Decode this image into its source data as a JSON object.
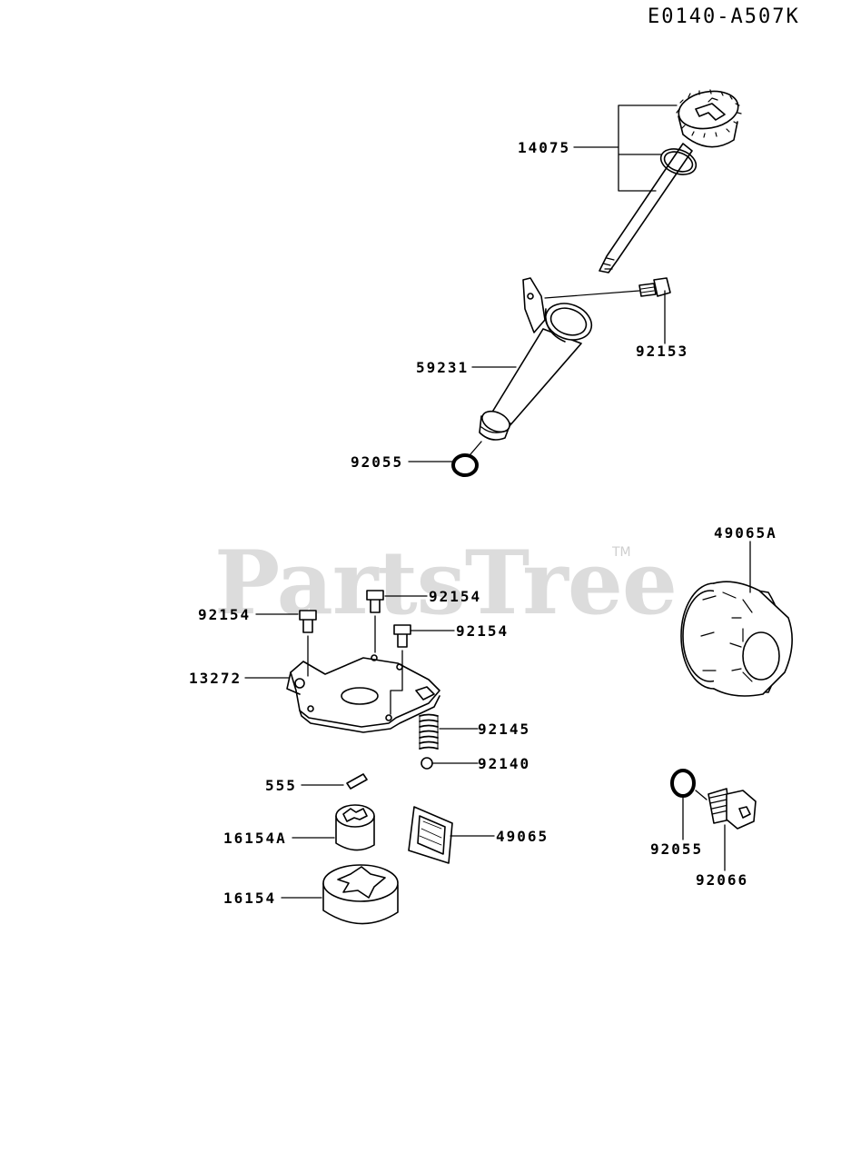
{
  "diagram": {
    "code": "E0140-A507K",
    "watermark": "PartsTree",
    "watermark_tm": "TM"
  },
  "parts": [
    {
      "id": "p14075",
      "number": "14075"
    },
    {
      "id": "p92153",
      "number": "92153"
    },
    {
      "id": "p59231",
      "number": "59231"
    },
    {
      "id": "p92055a",
      "number": "92055"
    },
    {
      "id": "p49065A",
      "number": "49065A"
    },
    {
      "id": "p92154a",
      "number": "92154"
    },
    {
      "id": "p92154b",
      "number": "92154"
    },
    {
      "id": "p92154c",
      "number": "92154"
    },
    {
      "id": "p13272",
      "number": "13272"
    },
    {
      "id": "p92145",
      "number": "92145"
    },
    {
      "id": "p92140",
      "number": "92140"
    },
    {
      "id": "p555",
      "number": "555"
    },
    {
      "id": "p16154A",
      "number": "16154A"
    },
    {
      "id": "p49065",
      "number": "49065"
    },
    {
      "id": "p16154",
      "number": "16154"
    },
    {
      "id": "p92055b",
      "number": "92055"
    },
    {
      "id": "p92066",
      "number": "92066"
    }
  ]
}
